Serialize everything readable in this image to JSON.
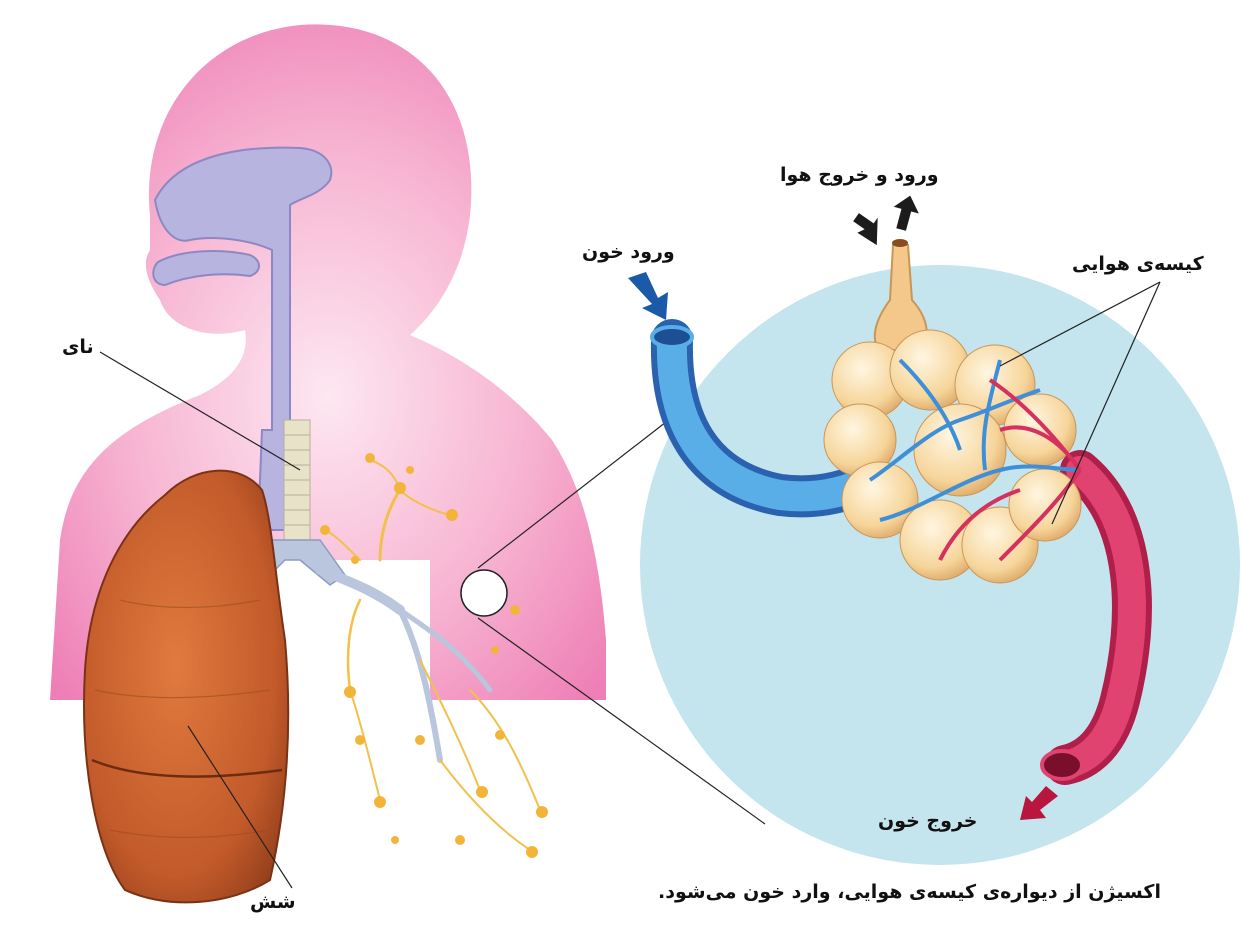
{
  "labels": {
    "air_in_out": "ورود و خروج هوا",
    "blood_in": "ورود خون",
    "air_sac": "کیسه‌ی هوایی",
    "trachea": "نای",
    "lung": "شش",
    "blood_out": "خروج خون",
    "caption": "اکسیژن از دیواره‌ی کیسه‌ی هوایی، وارد خون می‌شود."
  },
  "colors": {
    "body_pink": "#f08cbc",
    "airway_lavender": "#b7b4e0",
    "lung_brown": "#c55e2c",
    "bronchi_yellow": "#f2c04d",
    "zoom_circle": "#c4e4ee",
    "vein_blue": "#3f8fd8",
    "artery_red": "#d6305e",
    "air_sac_cream": "#f6d9a0",
    "arrow_blue": "#1b5aa8",
    "arrow_red": "#b8163e",
    "arrow_black": "#1c1c1c"
  }
}
